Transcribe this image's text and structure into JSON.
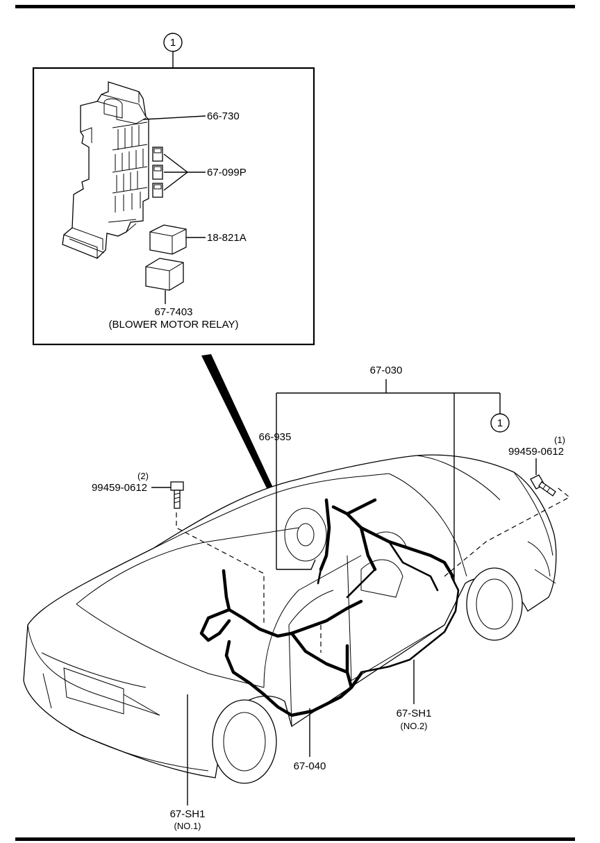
{
  "callouts": {
    "circled_index_inset": "1",
    "circled_index_main": "1",
    "fuse_block": "66-730",
    "fuses": "67-099P",
    "relay": "18-821A",
    "blower_relay_part": "67-7403",
    "blower_relay_name": "(BLOWER MOTOR RELAY)",
    "harness_main": "67-030",
    "harness_sub": "66-935",
    "bolt_right_qty": "(1)",
    "bolt_right_part": "99459-0612",
    "bolt_left_qty": "(2)",
    "bolt_left_part": "99459-0612",
    "floor_harness": "67-040",
    "shield_no2_part": "67-SH1",
    "shield_no2_note": "(NO.2)",
    "shield_no1_part": "67-SH1",
    "shield_no1_note": "(NO.1)"
  }
}
